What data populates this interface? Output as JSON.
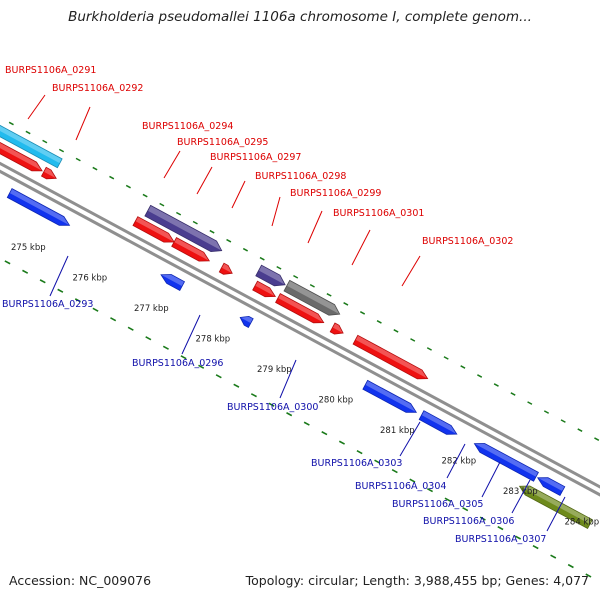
{
  "title": "Burkholderia pseudomallei 1106a chromosome I, complete genom...",
  "footer": {
    "accession": "Accession: NC_009076",
    "stats": "Topology: circular; Length: 3,988,455 bp; Genes: 4,077"
  },
  "colors": {
    "label_forward": "#dd0000",
    "label_reverse": "#1010aa",
    "cds_red": "#ee1111",
    "cds_blue": "#1133ee",
    "cds_purple": "#4a3d8f",
    "cds_gray": "#6a6a6a",
    "cds_cyan": "#22bbee",
    "cds_olive": "#6e8a1c",
    "backbone": "#8f8f8f",
    "gc_dots": "#1a7a1a"
  },
  "ticks": [
    {
      "label": "275 kbp"
    },
    {
      "label": "276 kbp"
    },
    {
      "label": "277 kbp"
    },
    {
      "label": "278 kbp"
    },
    {
      "label": "279 kbp"
    },
    {
      "label": "280 kbp"
    },
    {
      "label": "281 kbp"
    },
    {
      "label": "282 kbp"
    },
    {
      "label": "283 kbp"
    },
    {
      "label": "284 kbp"
    }
  ],
  "genes_forward": [
    {
      "name": "BURPS1106A_0291"
    },
    {
      "name": "BURPS1106A_0292"
    },
    {
      "name": "BURPS1106A_0294"
    },
    {
      "name": "BURPS1106A_0295"
    },
    {
      "name": "BURPS1106A_0297"
    },
    {
      "name": "BURPS1106A_0298"
    },
    {
      "name": "BURPS1106A_0299"
    },
    {
      "name": "BURPS1106A_0301"
    },
    {
      "name": "BURPS1106A_0302"
    }
  ],
  "genes_reverse": [
    {
      "name": "BURPS1106A_0293"
    },
    {
      "name": "BURPS1106A_0296"
    },
    {
      "name": "BURPS1106A_0300"
    },
    {
      "name": "BURPS1106A_0303"
    },
    {
      "name": "BURPS1106A_0304"
    },
    {
      "name": "BURPS1106A_0305"
    },
    {
      "name": "BURPS1106A_0306"
    },
    {
      "name": "BURPS1106A_0307"
    }
  ]
}
